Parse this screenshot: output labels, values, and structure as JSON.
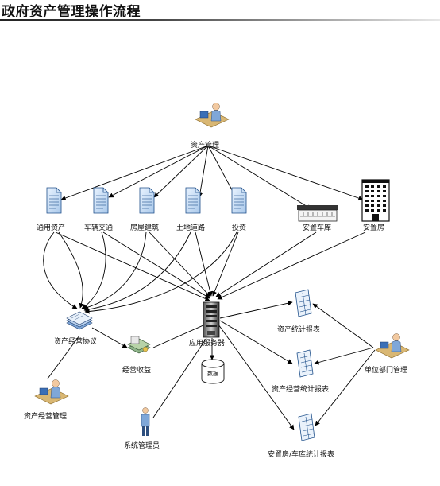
{
  "title": "政府资产管理操作流程",
  "nodes": {
    "asset_mgmt": "资产管理",
    "general_assets": "通用资产",
    "vehicles": "车辆交通",
    "buildings": "房屋建筑",
    "land_roads": "土地道路",
    "investment": "投资",
    "garage": "安置车库",
    "housing": "安置房",
    "operation_agreement": "资产经营协议",
    "app_server": "应用服务器",
    "asset_report": "资产统计报表",
    "operating_income": "经营收益",
    "database": "数据",
    "unit_dept_mgmt": "单位部门管理",
    "operation_report": "资产经营统计报表",
    "operation_mgmt": "资产经营管理",
    "sys_admin": "系统管理员",
    "housing_garage_report": "安置房/车库统计报表"
  }
}
